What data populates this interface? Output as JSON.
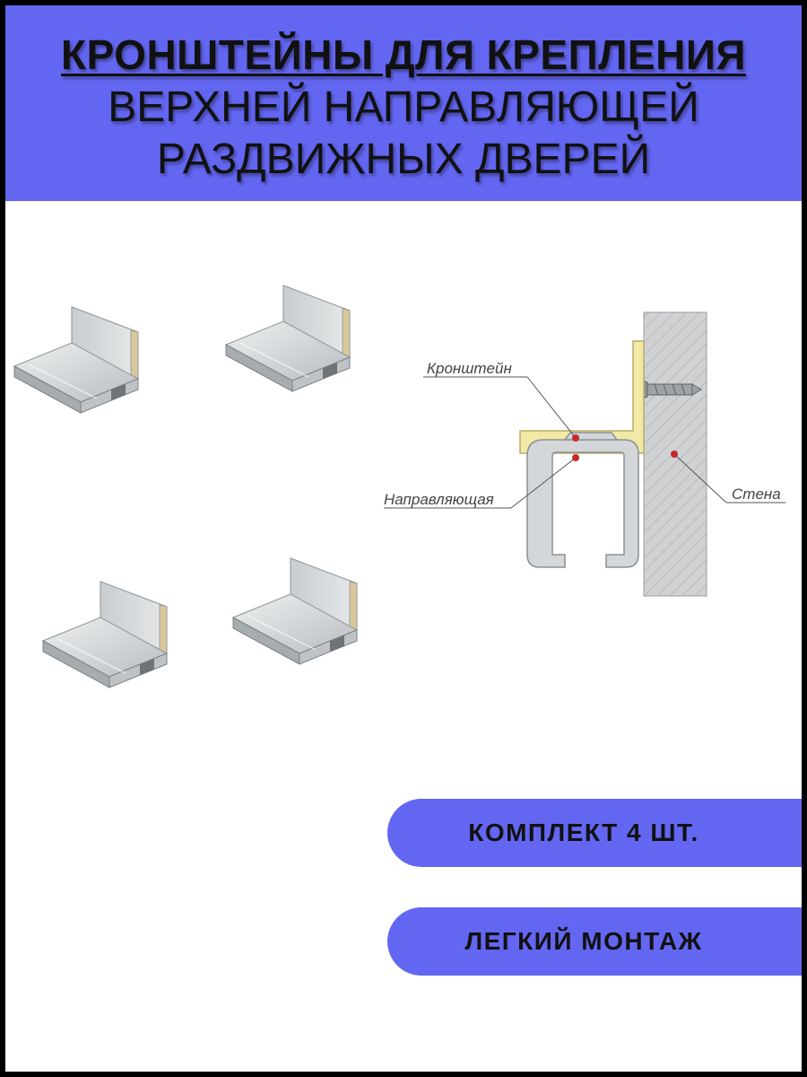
{
  "title": {
    "line1": "КРОНШТЕЙНЫ ДЛЯ КРЕПЛЕНИЯ",
    "line2": "ВЕРХНЕЙ НАПРАВЛЯЮЩЕЙ",
    "line3": "РАЗДВИЖНЫХ ДВЕРЕЙ"
  },
  "diagram": {
    "label_bracket": "Кронштейн",
    "label_rail": "Направляющая",
    "label_wall": "Стена"
  },
  "badges": {
    "set": "КОМПЛЕКТ 4 ШТ.",
    "mounting": "ЛЕГКИЙ МОНТАЖ"
  },
  "colors": {
    "banner": "#6366f1",
    "bracket_highlight": "#f3e9a6",
    "rail": "#d4d7d9",
    "wall": "#cfd1d3",
    "marker": "#c62828"
  },
  "product": {
    "item_icon": "aluminium-l-bracket-icon",
    "count": 4
  }
}
